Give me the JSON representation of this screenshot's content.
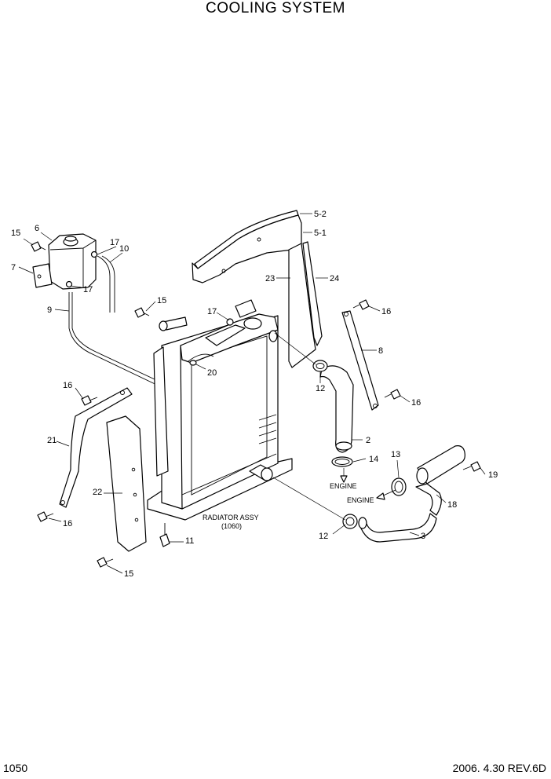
{
  "title": "COOLING SYSTEM",
  "page_number": "1050",
  "revision": "2006. 4.30 REV.6D",
  "assembly_label": {
    "name": "RADIATOR ASSY",
    "number": "(1060)"
  },
  "engine_labels": [
    "ENGINE",
    "ENGINE"
  ],
  "callouts": [
    {
      "id": "c-5-2",
      "text": "5-2"
    },
    {
      "id": "c-5-1",
      "text": "5-1"
    },
    {
      "id": "c-15a",
      "text": "15"
    },
    {
      "id": "c-6",
      "text": "6"
    },
    {
      "id": "c-17a",
      "text": "17"
    },
    {
      "id": "c-10",
      "text": "10"
    },
    {
      "id": "c-7",
      "text": "7"
    },
    {
      "id": "c-17b",
      "text": "17"
    },
    {
      "id": "c-23",
      "text": "23"
    },
    {
      "id": "c-24",
      "text": "24"
    },
    {
      "id": "c-9",
      "text": "9"
    },
    {
      "id": "c-15b",
      "text": "15"
    },
    {
      "id": "c-17c",
      "text": "17"
    },
    {
      "id": "c-16a",
      "text": "16"
    },
    {
      "id": "c-8",
      "text": "8"
    },
    {
      "id": "c-20",
      "text": "20"
    },
    {
      "id": "c-12a",
      "text": "12"
    },
    {
      "id": "c-16b",
      "text": "16"
    },
    {
      "id": "c-16c",
      "text": "16"
    },
    {
      "id": "c-2",
      "text": "2"
    },
    {
      "id": "c-21",
      "text": "21"
    },
    {
      "id": "c-14",
      "text": "14"
    },
    {
      "id": "c-13",
      "text": "13"
    },
    {
      "id": "c-19",
      "text": "19"
    },
    {
      "id": "c-22",
      "text": "22"
    },
    {
      "id": "c-18",
      "text": "18"
    },
    {
      "id": "c-16d",
      "text": "16"
    },
    {
      "id": "c-12b",
      "text": "12"
    },
    {
      "id": "c-3",
      "text": "3"
    },
    {
      "id": "c-11",
      "text": "11"
    },
    {
      "id": "c-15c",
      "text": "15"
    }
  ]
}
